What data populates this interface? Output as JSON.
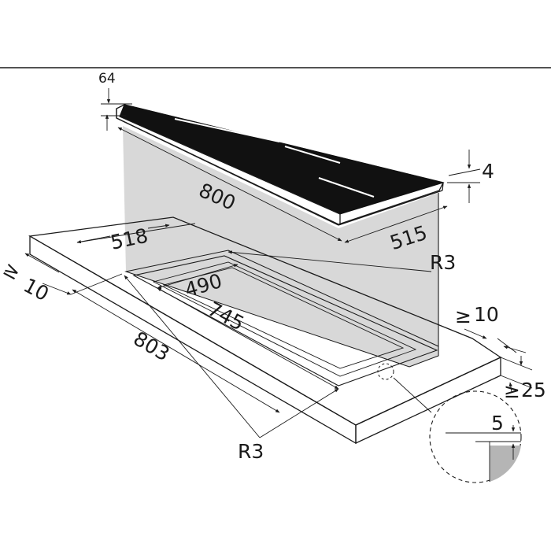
{
  "dimensions": {
    "glass_thickness": "4",
    "top_offset": "64",
    "hob_width": "800",
    "hob_depth": "515",
    "cutout_depth": "518",
    "front_clearance": "10",
    "countertop_width": "803",
    "inner_depth": "490",
    "inner_width": "745",
    "corner_radius_right": "R3",
    "corner_radius_left": "R3",
    "min_rear_clearance": "10",
    "min_countertop_thickness": "25",
    "detail_step": "5"
  },
  "symbols": {
    "ge_right": "≥",
    "ge_front": "≥"
  },
  "colors": {
    "glass": "#111111",
    "shaft": "#d8d8d8",
    "detail_fill": "#b5b5b5",
    "line": "#1a1a1a"
  }
}
